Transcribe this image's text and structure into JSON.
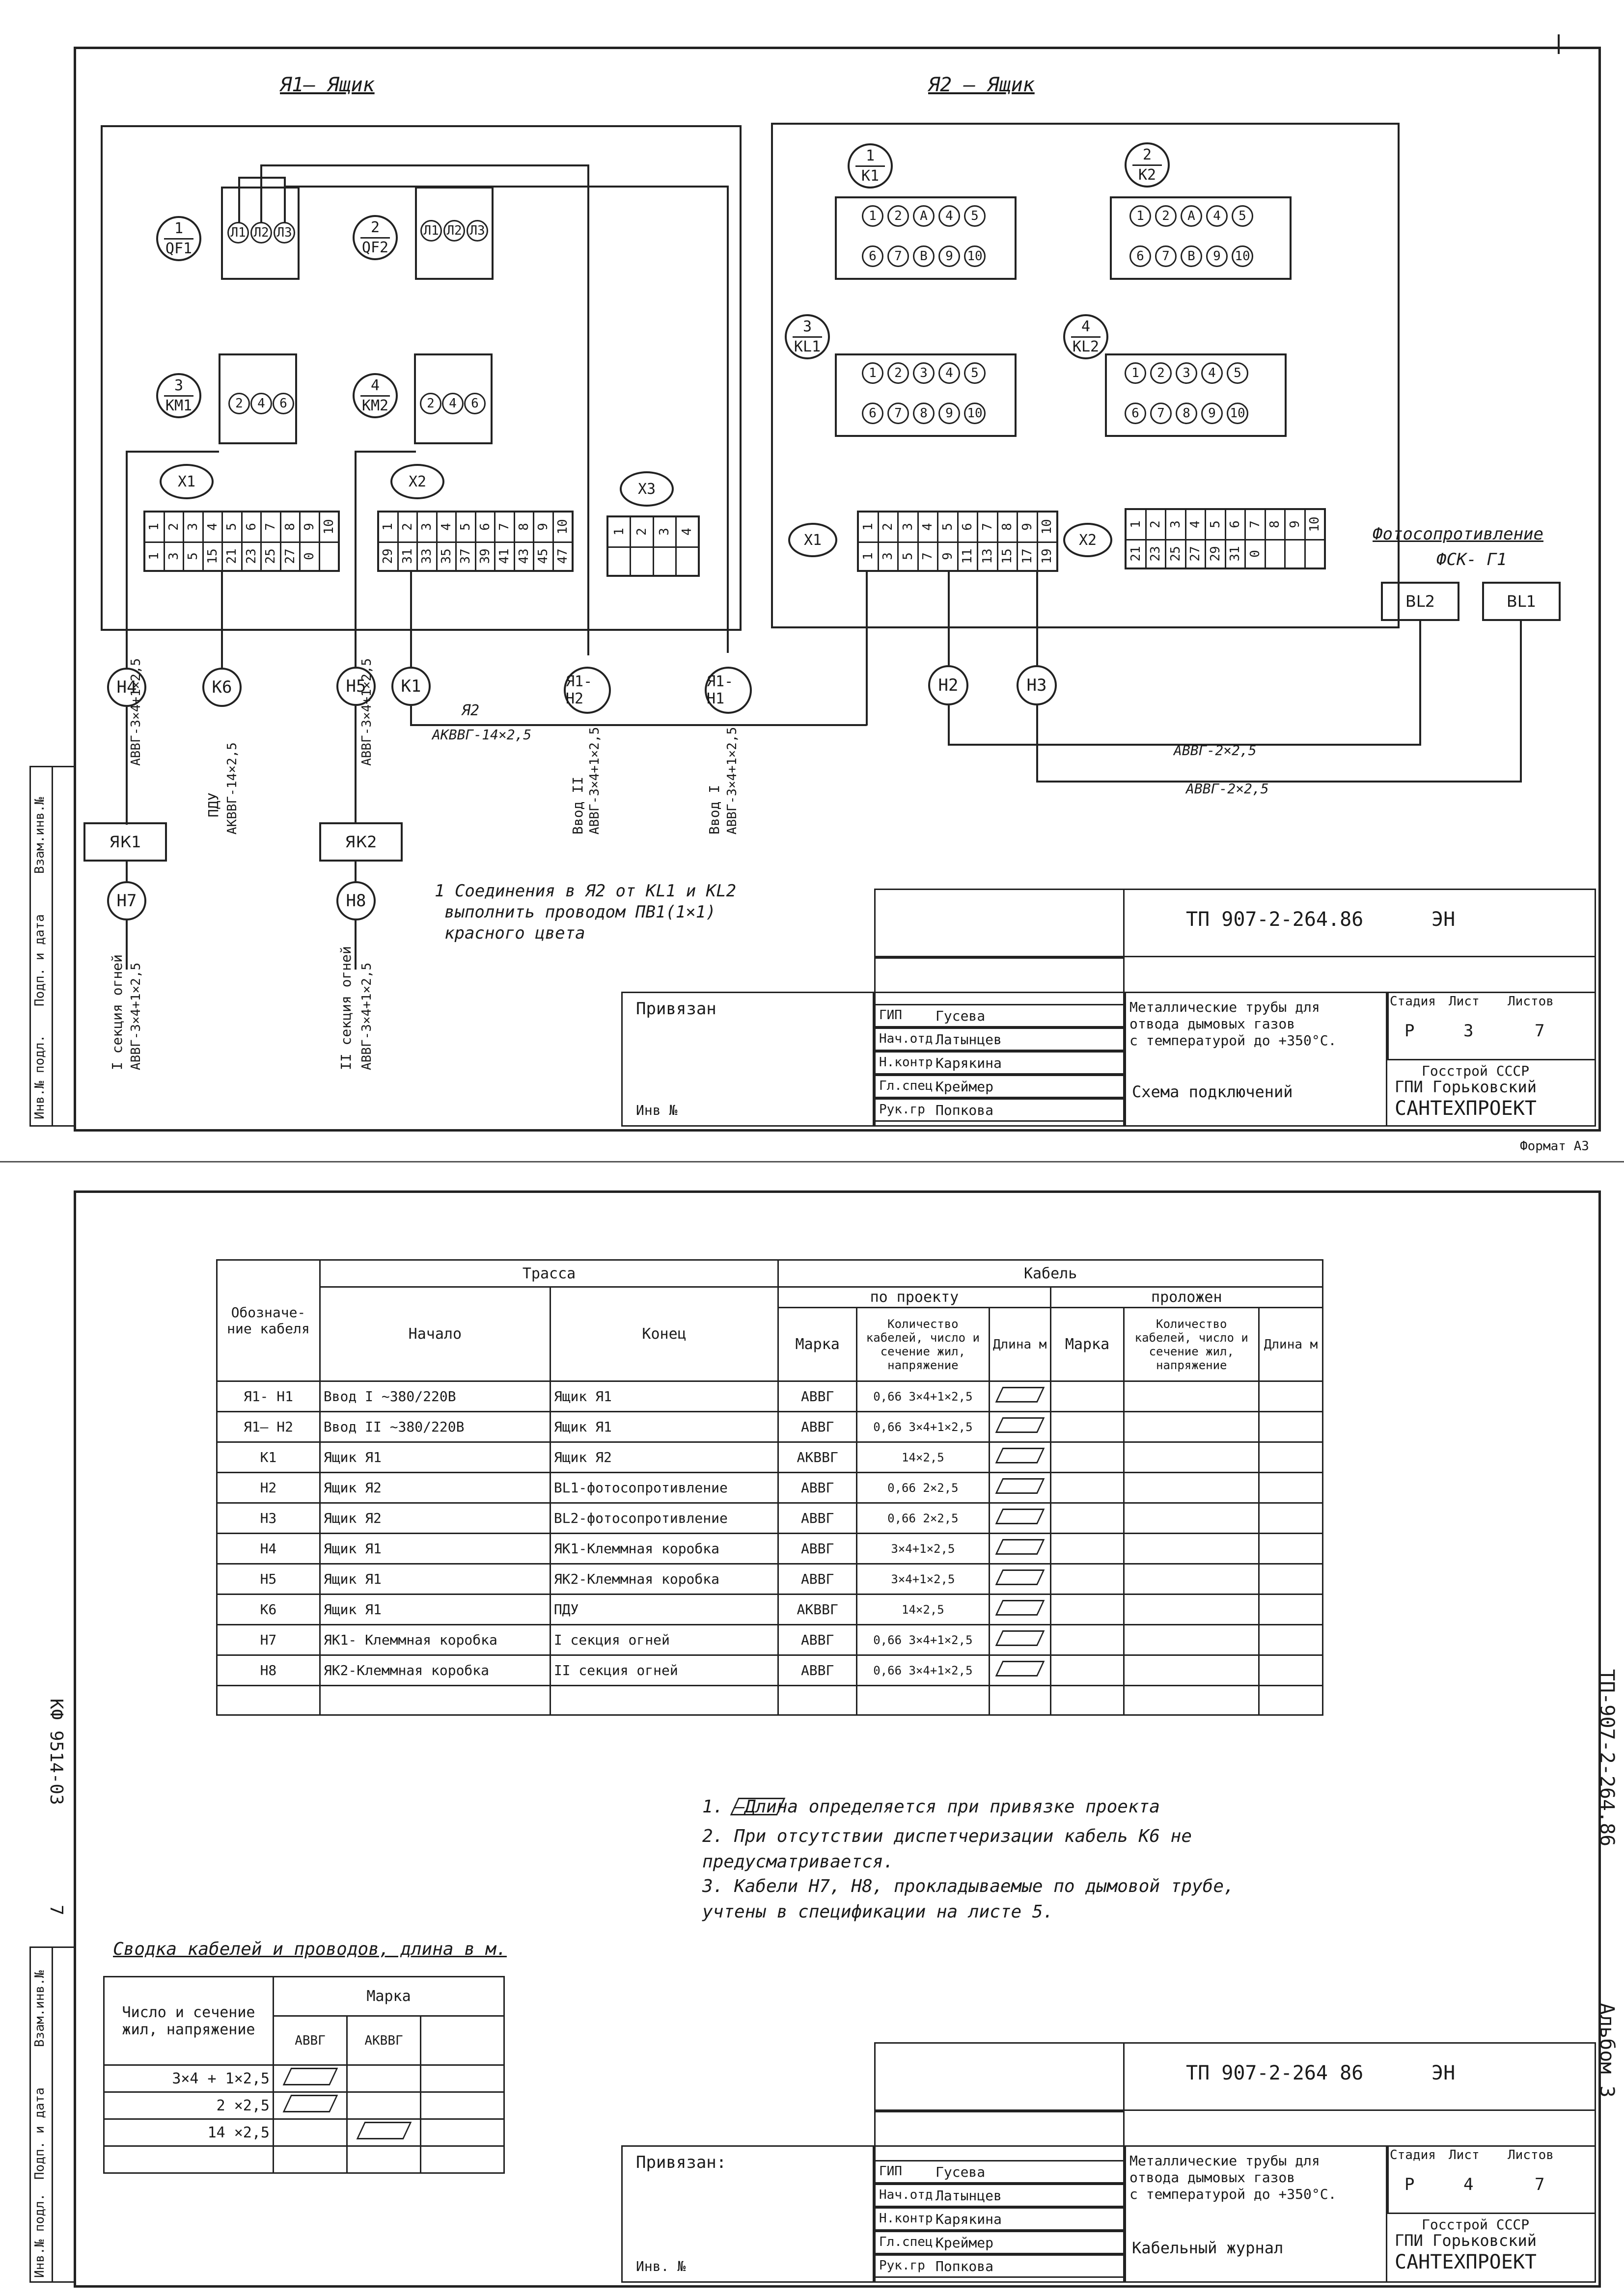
{
  "sheet1": {
    "box_ya1_title": "Я1– Ящик",
    "box_ya2_title": "Я2 – Ящик",
    "devices": [
      {
        "num": "1",
        "name": "QF1"
      },
      {
        "num": "2",
        "name": "QF2"
      },
      {
        "num": "3",
        "name": "KM1"
      },
      {
        "num": "4",
        "name": "KM2"
      }
    ],
    "relays": [
      {
        "num": "1",
        "name": "K1"
      },
      {
        "num": "2",
        "name": "K2"
      },
      {
        "num": "3",
        "name": "KL1"
      },
      {
        "num": "4",
        "name": "KL2"
      }
    ],
    "qf_pins": [
      "Л1",
      "Л2",
      "Л3"
    ],
    "km_pins": [
      "2",
      "4",
      "6"
    ],
    "relay_pins_top": [
      "1",
      "2",
      "A",
      "4",
      "5"
    ],
    "relay_pins_bottom": [
      "6",
      "7",
      "B",
      "9",
      "10"
    ],
    "relay_pins_bottom_kl": [
      "6",
      "7",
      "8",
      "9",
      "10"
    ],
    "terminals": {
      "x1_label": "X1",
      "x2_label": "X2",
      "x3_label": "X3",
      "x1_top": [
        "1",
        "2",
        "3",
        "4",
        "5",
        "6",
        "7",
        "8",
        "9",
        "10"
      ],
      "x1_bottom": [
        "1",
        "3",
        "5",
        "15",
        "21",
        "23",
        "25",
        "27",
        "0"
      ],
      "x2_top": [
        "1",
        "2",
        "3",
        "4",
        "5",
        "6",
        "7",
        "8",
        "9",
        "10"
      ],
      "x2_bottom": [
        "29",
        "31",
        "33",
        "35",
        "37",
        "39",
        "41",
        "43",
        "45",
        "47"
      ],
      "ya2_x1_top": [
        "1",
        "2",
        "3",
        "4",
        "5",
        "6",
        "7",
        "8",
        "9",
        "10"
      ],
      "ya2_x1_bottom": [
        "1",
        "3",
        "5",
        "7",
        "9",
        "11",
        "13",
        "15",
        "17",
        "19"
      ],
      "ya2_x2_top": [
        "1",
        "2",
        "3",
        "4",
        "5",
        "6",
        "7",
        "8",
        "9",
        "10"
      ],
      "ya2_x2_bottom": [
        "21",
        "23",
        "25",
        "27",
        "29",
        "31",
        "0"
      ]
    },
    "photo_title": "Фотосопротивление",
    "photo_model": "ФСК- Г1",
    "bl2": "BL2",
    "bl1": "BL1",
    "cables": [
      {
        "id": "H4",
        "spec": "АВВГ-3×4+1×2,5"
      },
      {
        "id": "K6",
        "label": "ПДУ",
        "spec": "АКВВГ-14×2,5"
      },
      {
        "id": "H5",
        "spec": "АВВГ-3×4+1×2,5"
      },
      {
        "id": "K1"
      },
      {
        "id": "Я1-H2",
        "label": "Ввод II",
        "spec": "АВВГ-3×4+1×2,5"
      },
      {
        "id": "Я1-H1",
        "label": "Ввод I",
        "spec": "АВВГ-3×4+1×2,5"
      },
      {
        "id": "H2"
      },
      {
        "id": "H3"
      },
      {
        "id": "H7",
        "label": "I секция огней",
        "spec": "АВВГ-3×4+1×2,5"
      },
      {
        "id": "H8",
        "label": "II секция огней",
        "spec": "АВВГ-3×4+1×2,5"
      }
    ],
    "k1_cable_label": "Я2",
    "k1_cable_spec": "АКВВГ-14×2,5",
    "h2_spec": "АВВГ-2×2,5",
    "h3_spec": "АВВГ-2×2,5",
    "yk1": "ЯК1",
    "yk2": "ЯК2",
    "note": "1 Соединения в Я2 от KL1 и KL2 выполнить проводом ПВ1(1×1) красного цвета",
    "note_lines": [
      "1 Соединения   в Я2  от  KL1  и KL2",
      "выполнить    проводом    ПВ1(1×1)",
      "красного цвета"
    ],
    "stamp": {
      "doc_code": "ТП 907-2-264.86",
      "doc_type": "ЭН",
      "project": [
        "Металлические трубы для",
        "отвода дымовых газов",
        "с температурой до +350°С."
      ],
      "stage_h": "Стадия",
      "sheet_h": "Лист",
      "sheets_h": "Листов",
      "stage": "Р",
      "sheet": "3",
      "sheets": "7",
      "title": "Схема        подключений",
      "org1": "Госстрой СССР",
      "org2": "ГПИ Горьковский",
      "org3": "САНТЕХПРОЕКТ",
      "bound": "Привязан",
      "inv": "Инв №",
      "roles": [
        {
          "role": "ГИП",
          "name": "Гусева"
        },
        {
          "role": "Нач.отд",
          "name": "Латынцев"
        },
        {
          "role": "Н.контр",
          "name": "Карякина"
        },
        {
          "role": "Гл.спец.",
          "name": "Креймер"
        },
        {
          "role": "Рук.гр",
          "name": "Попкова"
        }
      ]
    },
    "side_labels": [
      "Взам.инв.№",
      "Подп. и дата",
      "Инв.№ подл."
    ],
    "format": "Формат А3"
  },
  "sheet2": {
    "table": {
      "h_designation": "Обозначе-ние кабеля",
      "h_route": "Трасса",
      "h_start": "Начало",
      "h_end": "Конец",
      "h_cable": "Кабель",
      "h_project": "по  проекту",
      "h_laid": "проложен",
      "h_mark": "Марка",
      "h_qty": "Количество кабелей, число и сечение жил, напряжение",
      "h_len": "Длина м",
      "rows": [
        {
          "id": "Я1- H1",
          "start": "Ввод I ~380/220В",
          "end": "Ящик Я1",
          "mark": "АВВГ",
          "qty": "0,66 3×4+1×2,5"
        },
        {
          "id": "Я1– H2",
          "start": "Ввод II ~380/220В",
          "end": "Ящик Я1",
          "mark": "АВВГ",
          "qty": "0,66 3×4+1×2,5"
        },
        {
          "id": "K1",
          "start": "Ящик Я1",
          "end": "Ящик Я2",
          "mark": "АКВВГ",
          "qty": "14×2,5"
        },
        {
          "id": "H2",
          "start": "Ящик Я2",
          "end": "BL1-фотосопротивление",
          "mark": "АВВГ",
          "qty": "0,66 2×2,5"
        },
        {
          "id": "H3",
          "start": "Ящик Я2",
          "end": "BL2-фотосопротивление",
          "mark": "АВВГ",
          "qty": "0,66 2×2,5"
        },
        {
          "id": "H4",
          "start": "Ящик Я1",
          "end": "ЯК1-Клеммная коробка",
          "mark": "АВВГ",
          "qty": "3×4+1×2,5"
        },
        {
          "id": "H5",
          "start": "Ящик Я1",
          "end": "ЯК2-Клеммная коробка",
          "mark": "АВВГ",
          "qty": "3×4+1×2,5"
        },
        {
          "id": "K6",
          "start": "Ящик Я1",
          "end": "ПДУ",
          "mark": "АКВВГ",
          "qty": "14×2,5"
        },
        {
          "id": "H7",
          "start": "ЯК1- Клеммная коробка",
          "end": "I секция огней",
          "mark": "АВВГ",
          "qty": "0,66 3×4+1×2,5"
        },
        {
          "id": "H8",
          "start": "ЯК2-Клеммная коробка",
          "end": "II секция огней",
          "mark": "АВВГ",
          "qty": "0,66 3×4+1×2,5"
        }
      ]
    },
    "notes": [
      "1.        –Длина   определяется   при  привязке  проекта",
      "2. При отсутствии   диспетчеризации   кабель К6 не",
      "   предусматривается.",
      "3. Кабели H7, H8, прокладываемые  по дымовой трубе,",
      "   учтены в спецификации  на  листе 5."
    ],
    "summary_title": "Сводка  кабелей  и  проводов, длина в м.",
    "summary": {
      "h_param": "Число  и  сечение  жил, напряжение",
      "h_mark": "Марка",
      "marks": [
        "АВВГ",
        "АКВВГ"
      ],
      "rows": [
        "3×4 + 1×2,5",
        "2 ×2,5",
        "14 ×2,5"
      ]
    },
    "stamp": {
      "doc_code": "ТП 907-2-264 86",
      "doc_type": "ЭН",
      "stage": "Р",
      "sheet": "4",
      "sheets": "7",
      "title": "Кабельный      журнал",
      "bound": "Привязан:",
      "inv": "Инв. №"
    },
    "side_code": "КФ 9514-03",
    "side_num": "7",
    "right_code": "ТП-907-2-264.86",
    "right_album": "Альбом 3"
  }
}
